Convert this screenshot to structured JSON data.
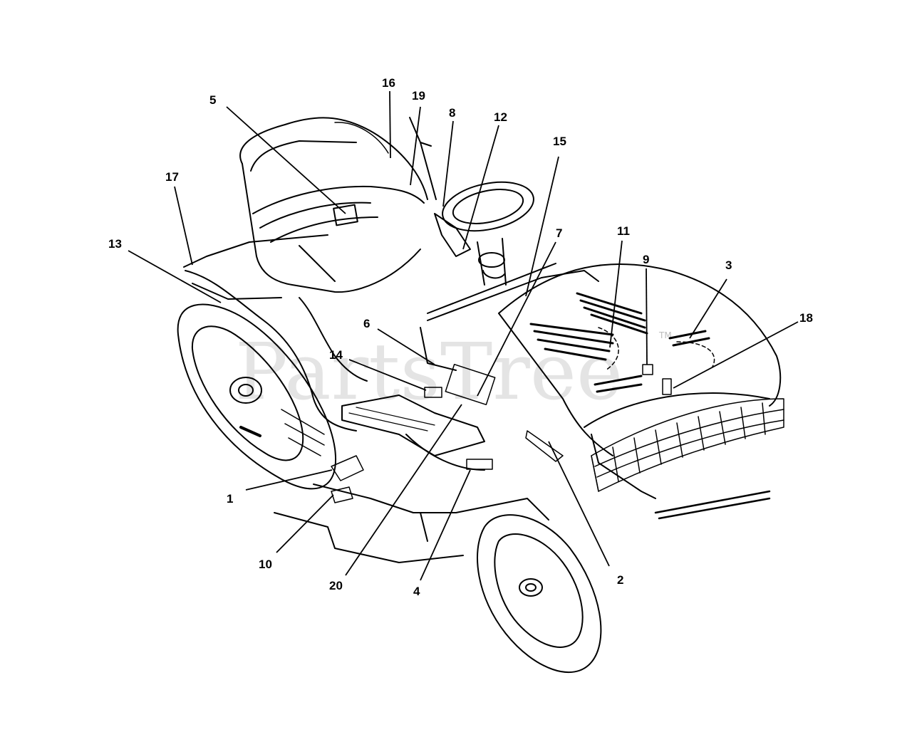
{
  "diagram": {
    "callouts": [
      "1",
      "2",
      "3",
      "4",
      "5",
      "6",
      "7",
      "8",
      "9",
      "10",
      "11",
      "12",
      "13",
      "14",
      "15",
      "16",
      "17",
      "18",
      "19",
      "20"
    ]
  },
  "watermark": {
    "text": "PartsTree",
    "trademark": "TM"
  },
  "colors": {
    "line": "#000000",
    "background": "#ffffff",
    "watermark": "#cfcfcf"
  }
}
